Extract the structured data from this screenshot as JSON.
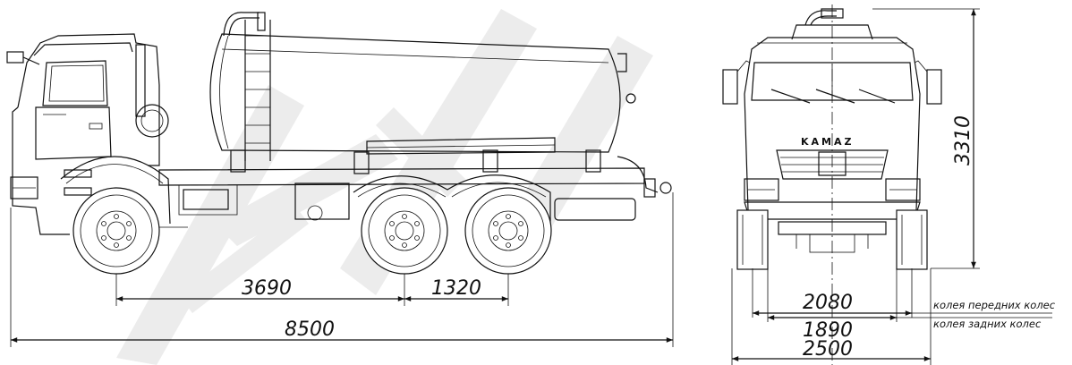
{
  "side_view": {
    "wheelbase_1": "3690",
    "wheelbase_2": "1320",
    "overall_length": "8500"
  },
  "front_view": {
    "height": "3310",
    "front_track": "2080",
    "rear_track": "1890",
    "overall_width": "2500",
    "front_track_note": "колея передних колес",
    "rear_track_note": "колея задних колес",
    "cab_logo": "KAMAZ"
  }
}
